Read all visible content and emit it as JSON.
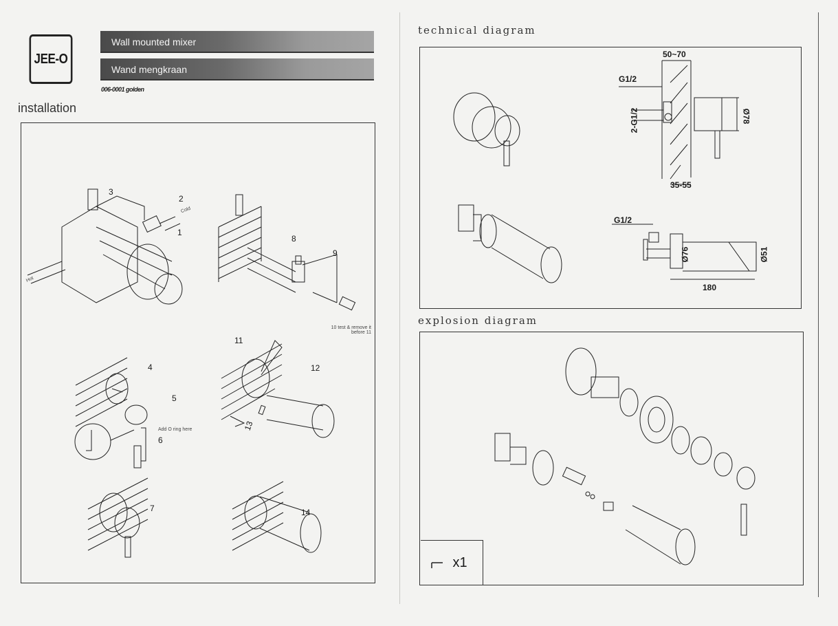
{
  "logo": {
    "text": "JEE-O"
  },
  "header": {
    "title_en": "Wall mounted mixer",
    "title_nl": "Wand mengkraan",
    "product_code": "006-0001 golden"
  },
  "sections": {
    "installation": "installation",
    "technical": "technical diagram",
    "explosion": "explosion diagram"
  },
  "installation_steps": {
    "labels": [
      "1",
      "2",
      "3",
      "4",
      "5",
      "6",
      "7",
      "8",
      "9",
      "11",
      "12",
      "13",
      "14"
    ],
    "cold_label": "Cold",
    "hot_label": "Hot",
    "step10_note_line1": "10 test & remove it",
    "step10_note_line2": "before 11",
    "oring_note": "Add O ring here"
  },
  "technical_diagram": {
    "dim_depth": "50~70",
    "dim_wall": "35-55",
    "inlet_top": "G1/2",
    "inlet_side": "2-G1/2",
    "dia_plate": "Ø78",
    "spout_inlet": "G1/2",
    "spout_plate": "Ø76",
    "spout_outlet": "Ø51",
    "spout_length": "180"
  },
  "explosion_diagram": {
    "key_quantity": "x1"
  }
}
